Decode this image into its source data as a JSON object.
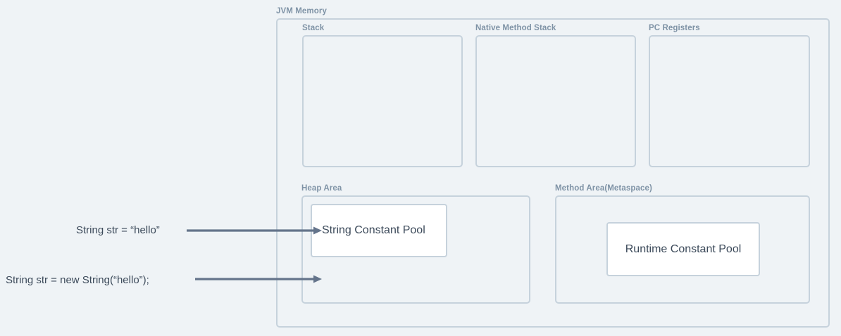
{
  "diagram": {
    "title": "JVM Memory",
    "groups": {
      "stack": "Stack",
      "native_method_stack": "Native Method Stack",
      "pc_registers": "PC Registers",
      "heap_area": "Heap Area",
      "method_area": "Method Area(Metaspace)"
    },
    "boxes": {
      "string_constant_pool": "String Constant Pool",
      "runtime_constant_pool": "Runtime Constant Pool"
    },
    "annotations": [
      {
        "code": "String str = “hello”"
      },
      {
        "code": "String str = new String(“hello”);"
      }
    ],
    "colors": {
      "background": "#eff3f6",
      "border": "#c6d2dc",
      "label_text": "#7f93a6",
      "body_text": "#3c4a5a",
      "arrow": "#64748b",
      "box_fill": "#ffffff"
    }
  }
}
